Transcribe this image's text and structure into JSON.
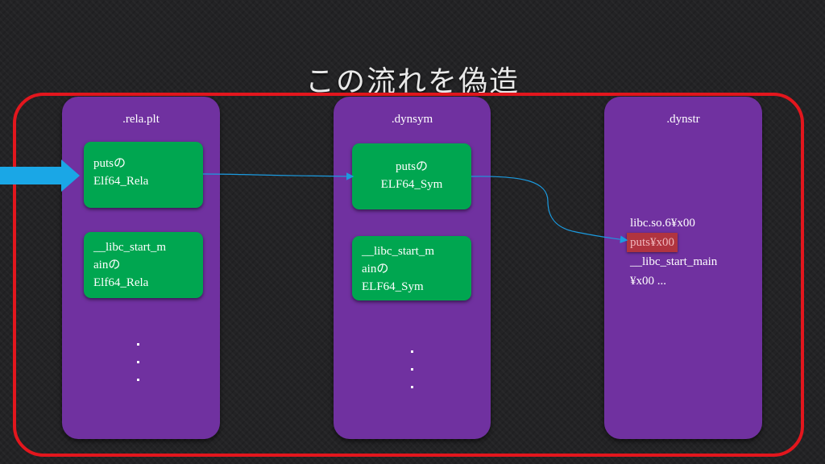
{
  "title": "この流れを偽造",
  "columns": [
    {
      "header": ".rela.plt",
      "entries": [
        [
          "putsの",
          "Elf64_Rela"
        ],
        [
          "__libc_start_m",
          "ainの",
          "Elf64_Rela"
        ]
      ]
    },
    {
      "header": ".dynsym",
      "entries": [
        [
          "putsの",
          "ELF64_Sym"
        ],
        [
          "__libc_start_m",
          "ainの",
          "ELF64_Sym"
        ]
      ]
    },
    {
      "header": ".dynstr"
    }
  ],
  "dynstr_lines": [
    "libc.so.6¥x00",
    "puts¥x00",
    "__libc_start_main",
    "¥x00 ..."
  ],
  "colors": {
    "frame": "#e3161d",
    "column": "#7031a0",
    "entry": "#00a650",
    "arrow": "#1b9be0",
    "highlight": "#b0343f"
  }
}
